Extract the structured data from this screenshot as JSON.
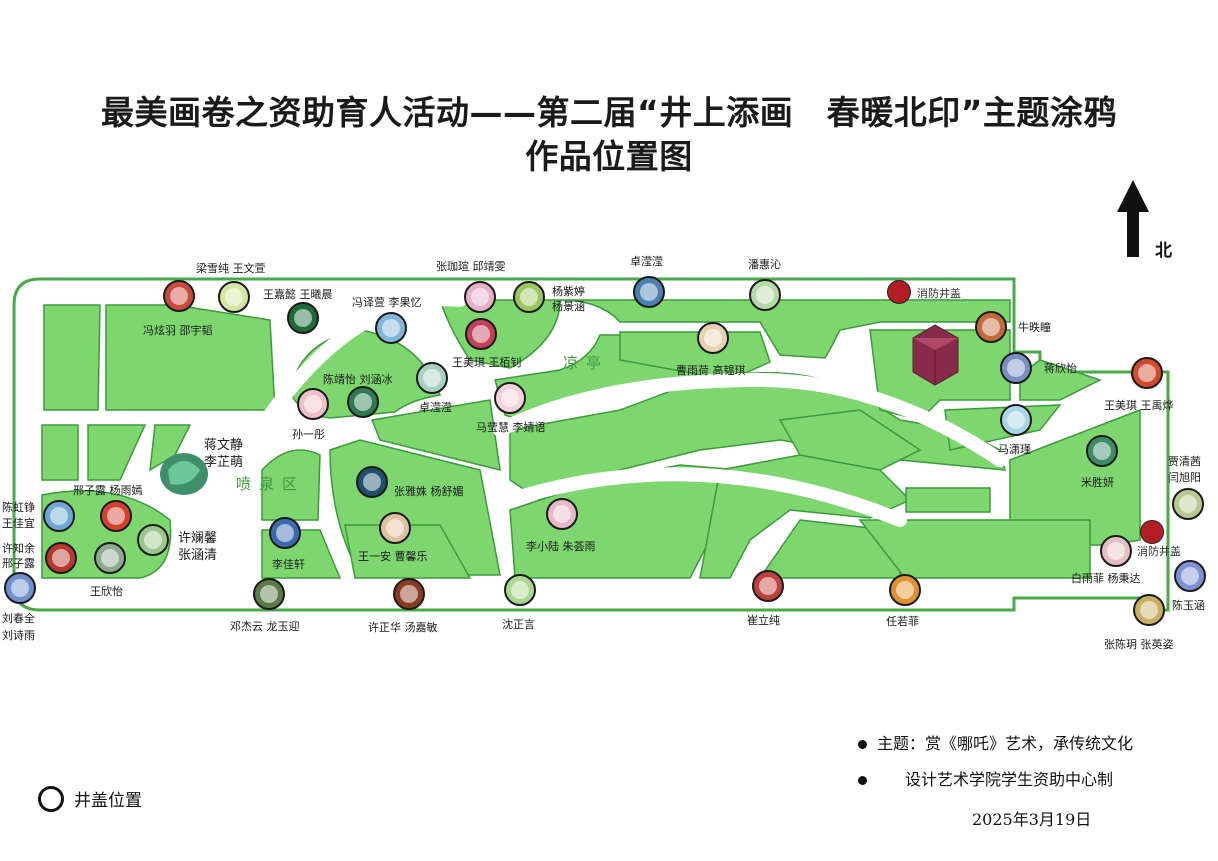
{
  "title": {
    "line1": "最美画卷之资助育人活动——第二届“井上添画　春暖北印”主题涂鸦",
    "line2": "作品位置图"
  },
  "compass": {
    "label": "北"
  },
  "areas": {
    "fountain": "喷泉区",
    "pavilion": "凉亭"
  },
  "manholes": [
    {
      "names": [
        "梁雪纯 王文萱"
      ],
      "color": "#d4e6a1"
    },
    {
      "names": [
        "冯炫羽 邵宇韬"
      ],
      "color": "#c94a3a"
    },
    {
      "names": [
        "王嘉懿 王曦晨"
      ],
      "color": "#1e6b3a"
    },
    {
      "names": [
        "冯译萱 李果忆"
      ],
      "color": "#7fb7d8"
    },
    {
      "names": [
        "张珈瑄 邱靖雯"
      ],
      "color": "#e8b0c8"
    },
    {
      "names": [
        "杨紫婷",
        "杨景涵"
      ],
      "color": "#9cc760"
    },
    {
      "names": [
        "王美琪 王栢钊"
      ],
      "color": "#c2405a"
    },
    {
      "names": [
        "卓滢滢"
      ],
      "color": "#4d7fb0"
    },
    {
      "names": [
        "潘惠沁"
      ],
      "color": "#b7d9a8"
    },
    {
      "names": [
        "曹雨荷 高韫琪"
      ],
      "color": "#e6d2b0"
    },
    {
      "names": [
        "牛昳瞳"
      ],
      "color": "#c46b3a"
    },
    {
      "names": [
        "蒋欣怡"
      ],
      "color": "#7890c0"
    },
    {
      "names": [
        "王美琪 王禹烨"
      ],
      "color": "#d24a2c"
    },
    {
      "names": [
        "陈靖怡 刘涵冰"
      ],
      "color": "#2f7a55"
    },
    {
      "names": [
        "卓滢滢"
      ],
      "color": "#a8d0c0"
    },
    {
      "names": [
        "孙一彤"
      ],
      "color": "#f0c0c8"
    },
    {
      "names": [
        "马莹慧 李婧语"
      ],
      "color": "#f4d0dc"
    },
    {
      "names": [
        "马潇瑾"
      ],
      "color": "#a6d6e8"
    },
    {
      "names": [
        "蒋文静",
        "李芷萌"
      ],
      "color": "#3d8c66"
    },
    {
      "names": [
        "张雅姝 杨舒媚"
      ],
      "color": "#1f4f6b"
    },
    {
      "names": [
        "米胜妍"
      ],
      "color": "#d64030"
    },
    {
      "names": [
        "邢子露 杨雨嫣"
      ],
      "color": "#6ea8d8"
    },
    {
      "names": [
        "陈虹铮",
        "王佳宜"
      ],
      "color": "#b83830"
    },
    {
      "names": [
        "许知余",
        "邢子露"
      ],
      "color": "#9bc88a"
    },
    {
      "names": [
        "许斓馨",
        "张涵清"
      ],
      "color": "#8fa890"
    },
    {
      "names": [
        "王欣怡"
      ],
      "color": "#3a6ab0"
    },
    {
      "names": [
        "李佳轩"
      ],
      "color": "#e0c0a0"
    },
    {
      "names": [
        "王一安 曹馨乐"
      ],
      "color": "#e8b8c8"
    },
    {
      "names": [
        "李小陆 朱荟雨"
      ],
      "color": "#b8c890"
    },
    {
      "names": [
        "贾清茜",
        "闫旭阳"
      ],
      "color": "#e4c0c4"
    },
    {
      "names": [
        "白雨菲 杨秉达"
      ],
      "color": "#7090d0"
    },
    {
      "names": [
        "刘春全",
        "刘诗雨"
      ],
      "color": "#5a7a4a"
    },
    {
      "names": [
        "邓杰云 龙玉迎"
      ],
      "color": "#8a3a20"
    },
    {
      "names": [
        "许正华 汤嘉敏"
      ],
      "color": "#a8d890"
    },
    {
      "names": [
        "沈正言"
      ],
      "color": "#c04040"
    },
    {
      "names": [
        "崔立纯"
      ],
      "color": "#e09030"
    },
    {
      "names": [
        "任若菲"
      ],
      "color": "#8090d8"
    },
    {
      "names": [
        "陈玉涵"
      ],
      "color": "#c8b060"
    },
    {
      "names": [
        "张陈玥 张英姿"
      ],
      "color": "#c0c4d0"
    }
  ],
  "hydrants": [
    {
      "label": "消防井盖",
      "color": "#b21e24"
    },
    {
      "label": "消防井盖",
      "color": "#b21e24"
    }
  ],
  "notes": {
    "theme": "主题：赏《哪吒》艺术，承传统文化",
    "maker": "设计艺术学院学生资助中心制",
    "date": "2025年3月19日"
  },
  "legend": {
    "manhole": "井盖位置"
  }
}
